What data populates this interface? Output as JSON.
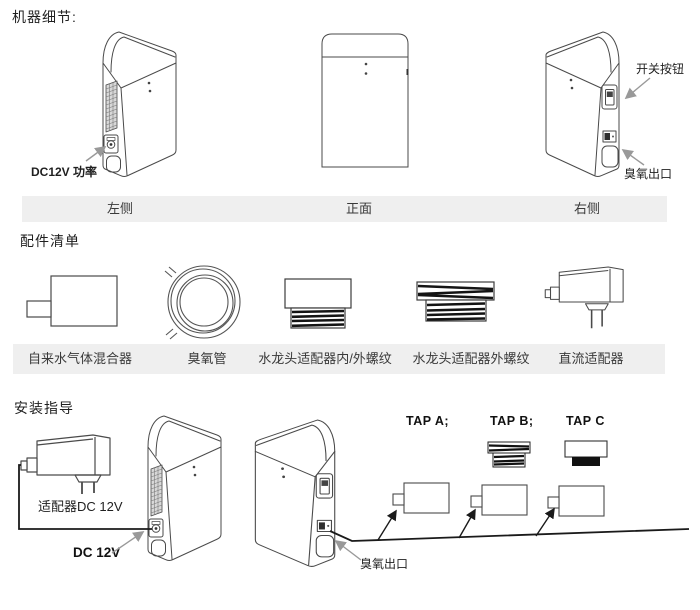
{
  "machine_details": {
    "title": "机器细节:",
    "views": [
      {
        "label": "左侧"
      },
      {
        "label": "正面"
      },
      {
        "label": "右侧"
      }
    ],
    "annotations": {
      "power_port": "DC12V 功率",
      "switch_button": "开关按钮",
      "ozone_outlet": "臭氧出口"
    }
  },
  "accessories": {
    "title": "配件清单",
    "items": [
      {
        "label": "自来水气体混合器"
      },
      {
        "label": "臭氧管"
      },
      {
        "label": "水龙头适配器内/外螺纹"
      },
      {
        "label": "水龙头适配器外螺纹"
      },
      {
        "label": "直流适配器"
      }
    ]
  },
  "installation": {
    "title": "安装指导",
    "annotations": {
      "adapter": "适配器DC 12V",
      "power_input": "DC 12V",
      "ozone_outlet": "臭氧出口"
    },
    "taps": [
      {
        "label": "TAP A;"
      },
      {
        "label": "TAP B;"
      },
      {
        "label": "TAP C"
      }
    ]
  },
  "colors": {
    "line": "#4a4a4a",
    "bar_background": "#efefef",
    "text": "#2b2b2b",
    "arrow_gray": "#999999",
    "arrow_dark": "#1a1a1a"
  }
}
